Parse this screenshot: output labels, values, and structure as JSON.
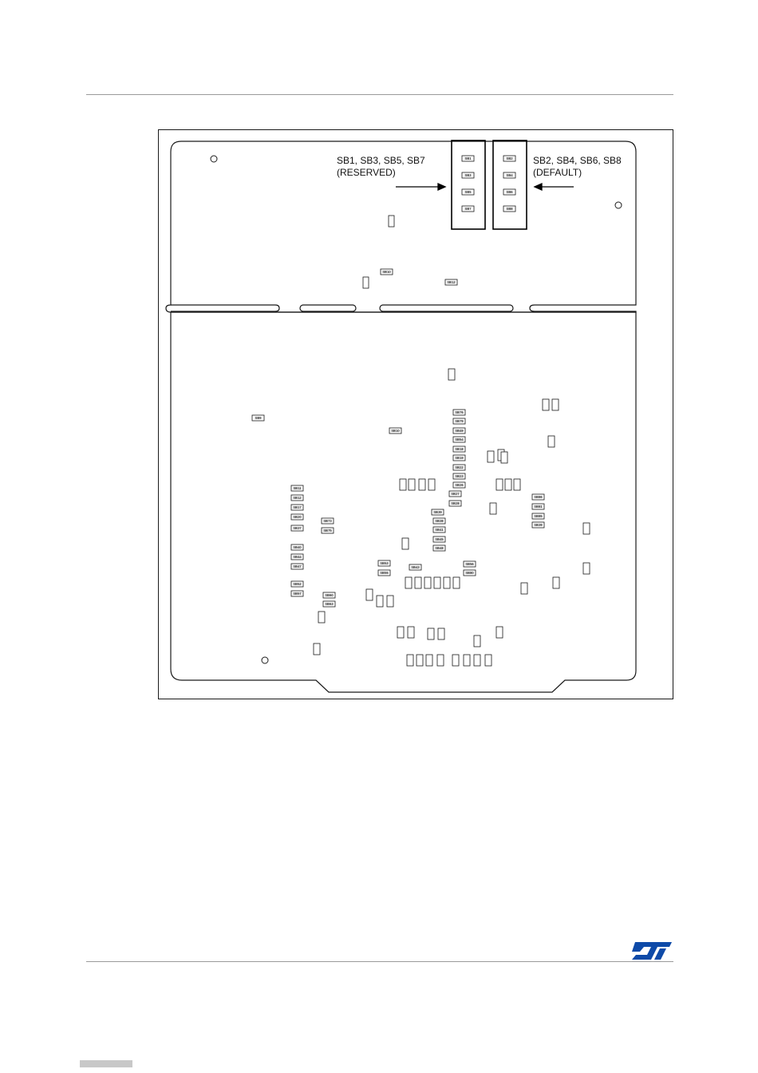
{
  "callouts": {
    "reserved": {
      "line1": "SB1, SB3, SB5, SB7",
      "line2": "(RESERVED)"
    },
    "default": {
      "line1": "SB2, SB4, SB6, SB8",
      "line2": "(DEFAULT)"
    }
  },
  "colors": {
    "ink": "#1a1a1a",
    "rule": "#9a9a9a",
    "logo_blue": "#0e4aa8",
    "footer_bar": "#c8c8c8"
  },
  "logo": {
    "name": "st-logo-icon"
  },
  "bridges": {
    "top_group_left": [
      "SB1",
      "SB3",
      "SB5",
      "SB7"
    ],
    "top_group_right": [
      "SB2",
      "SB4",
      "SB6",
      "SB8"
    ],
    "labeled": [
      "SB9",
      "SB10",
      "SB11",
      "SB12",
      "SB17",
      "SB20",
      "SB37",
      "SB40",
      "SB44",
      "SB47",
      "SB52",
      "SB57",
      "SB60",
      "SB63",
      "SB73",
      "SB75",
      "SB76",
      "SB79",
      "SB49",
      "SB54",
      "SB18",
      "SB19",
      "SB22",
      "SB23",
      "SB26",
      "SB27",
      "SB28",
      "SB39",
      "SB38",
      "SB41",
      "SB45",
      "SB48",
      "SB53",
      "SB55",
      "SB56",
      "SB80",
      "SB86",
      "SB81",
      "SB85",
      "SB39",
      "SB43",
      "SB46",
      "SB51"
    ],
    "small": 48
  }
}
